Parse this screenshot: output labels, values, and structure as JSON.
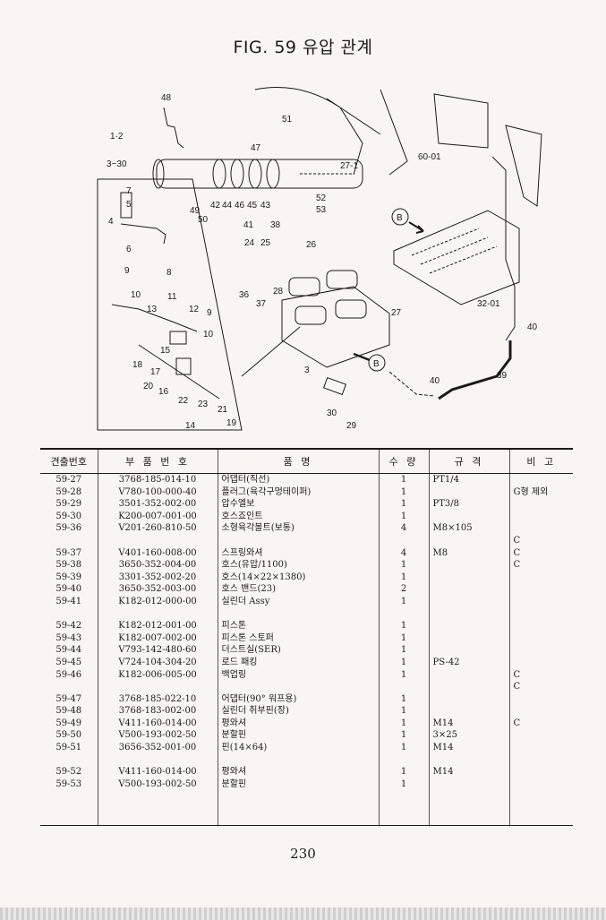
{
  "title": "FIG. 59 유압 관계",
  "page_number": "230",
  "figure": {
    "callouts": [
      "48",
      "1·2",
      "3~30",
      "51",
      "47",
      "27-1",
      "60-01",
      "49",
      "42",
      "44",
      "46",
      "45",
      "43",
      "50",
      "41",
      "38",
      "52",
      "53",
      "7",
      "5",
      "4",
      "6",
      "24",
      "25",
      "26",
      "B",
      "9",
      "8",
      "10",
      "11",
      "13",
      "12",
      "9",
      "10",
      "36",
      "28",
      "37",
      "27",
      "32-01",
      "40",
      "15",
      "18",
      "17",
      "20",
      "16",
      "22",
      "23",
      "21",
      "14",
      "19",
      "3",
      "B",
      "40",
      "39",
      "30",
      "29"
    ]
  },
  "table": {
    "headers": [
      "견출번호",
      "부 품 번 호",
      "품 명",
      "수 량",
      "규 격",
      "비 고"
    ],
    "rows": [
      {
        "no": "59-27",
        "part": "3768-185-014-10",
        "name": "어댑터(직선)",
        "qty": "1",
        "spec": "PT1/4",
        "note": ""
      },
      {
        "no": "59-28",
        "part": "V780-100-000-40",
        "name": "플러그(육각구멍테이퍼)",
        "qty": "1",
        "spec": "",
        "note": "G형 제외"
      },
      {
        "no": "59-29",
        "part": "3501-352-002-00",
        "name": "압수엘보",
        "qty": "1",
        "spec": "PT3/8",
        "note": ""
      },
      {
        "no": "59-30",
        "part": "K200-007-001-00",
        "name": "호스죠인트",
        "qty": "1",
        "spec": "",
        "note": ""
      },
      {
        "no": "59-36",
        "part": "V201-260-810-50",
        "name": "소형육각볼트(보통)",
        "qty": "4",
        "spec": "M8×105",
        "note": ""
      },
      {
        "no": "",
        "part": "",
        "name": "",
        "qty": "",
        "spec": "",
        "note": "C"
      },
      {
        "no": "59-37",
        "part": "V401-160-008-00",
        "name": "스프링와셔",
        "qty": "4",
        "spec": "M8",
        "note": "C"
      },
      {
        "no": "59-38",
        "part": "3650-352-004-00",
        "name": "호스(유압/1100)",
        "qty": "1",
        "spec": "",
        "note": "C"
      },
      {
        "no": "59-39",
        "part": "3301-352-002-20",
        "name": "호스(14×22×1380)",
        "qty": "1",
        "spec": "",
        "note": ""
      },
      {
        "no": "59-40",
        "part": "3650-352-003-00",
        "name": "호스 밴드(23)",
        "qty": "2",
        "spec": "",
        "note": ""
      },
      {
        "no": "59-41",
        "part": "K182-012-000-00",
        "name": "실린더 Assy",
        "qty": "1",
        "spec": "",
        "note": ""
      },
      {
        "no": "",
        "part": "",
        "name": "",
        "qty": "",
        "spec": "",
        "note": ""
      },
      {
        "no": "59-42",
        "part": "K182-012-001-00",
        "name": "피스톤",
        "qty": "1",
        "spec": "",
        "note": ""
      },
      {
        "no": "59-43",
        "part": "K182-007-002-00",
        "name": "피스톤 스토퍼",
        "qty": "1",
        "spec": "",
        "note": ""
      },
      {
        "no": "59-44",
        "part": "V793-142-480-60",
        "name": "더스트실(SER)",
        "qty": "1",
        "spec": "",
        "note": ""
      },
      {
        "no": "59-45",
        "part": "V724-104-304-20",
        "name": "로드 패킹",
        "qty": "1",
        "spec": "PS-42",
        "note": ""
      },
      {
        "no": "59-46",
        "part": "K182-006-005-00",
        "name": "백업링",
        "qty": "1",
        "spec": "",
        "note": "C"
      },
      {
        "no": "",
        "part": "",
        "name": "",
        "qty": "",
        "spec": "",
        "note": "C"
      },
      {
        "no": "59-47",
        "part": "3768-185-022-10",
        "name": "어댑터(90° 워프용)",
        "qty": "1",
        "spec": "",
        "note": ""
      },
      {
        "no": "59-48",
        "part": "3768-183-002-00",
        "name": "실린더 취부핀(장)",
        "qty": "1",
        "spec": "",
        "note": ""
      },
      {
        "no": "59-49",
        "part": "V411-160-014-00",
        "name": "평와셔",
        "qty": "1",
        "spec": "M14",
        "note": "C"
      },
      {
        "no": "59-50",
        "part": "V500-193-002-50",
        "name": "분할핀",
        "qty": "1",
        "spec": "3×25",
        "note": ""
      },
      {
        "no": "59-51",
        "part": "3656-352-001-00",
        "name": "핀(14×64)",
        "qty": "1",
        "spec": "M14",
        "note": ""
      },
      {
        "no": "",
        "part": "",
        "name": "",
        "qty": "",
        "spec": "",
        "note": ""
      },
      {
        "no": "59-52",
        "part": "V411-160-014-00",
        "name": "평와셔",
        "qty": "1",
        "spec": "M14",
        "note": ""
      },
      {
        "no": "59-53",
        "part": "V500-193-002-50",
        "name": "분할핀",
        "qty": "1",
        "spec": "",
        "note": ""
      }
    ]
  }
}
